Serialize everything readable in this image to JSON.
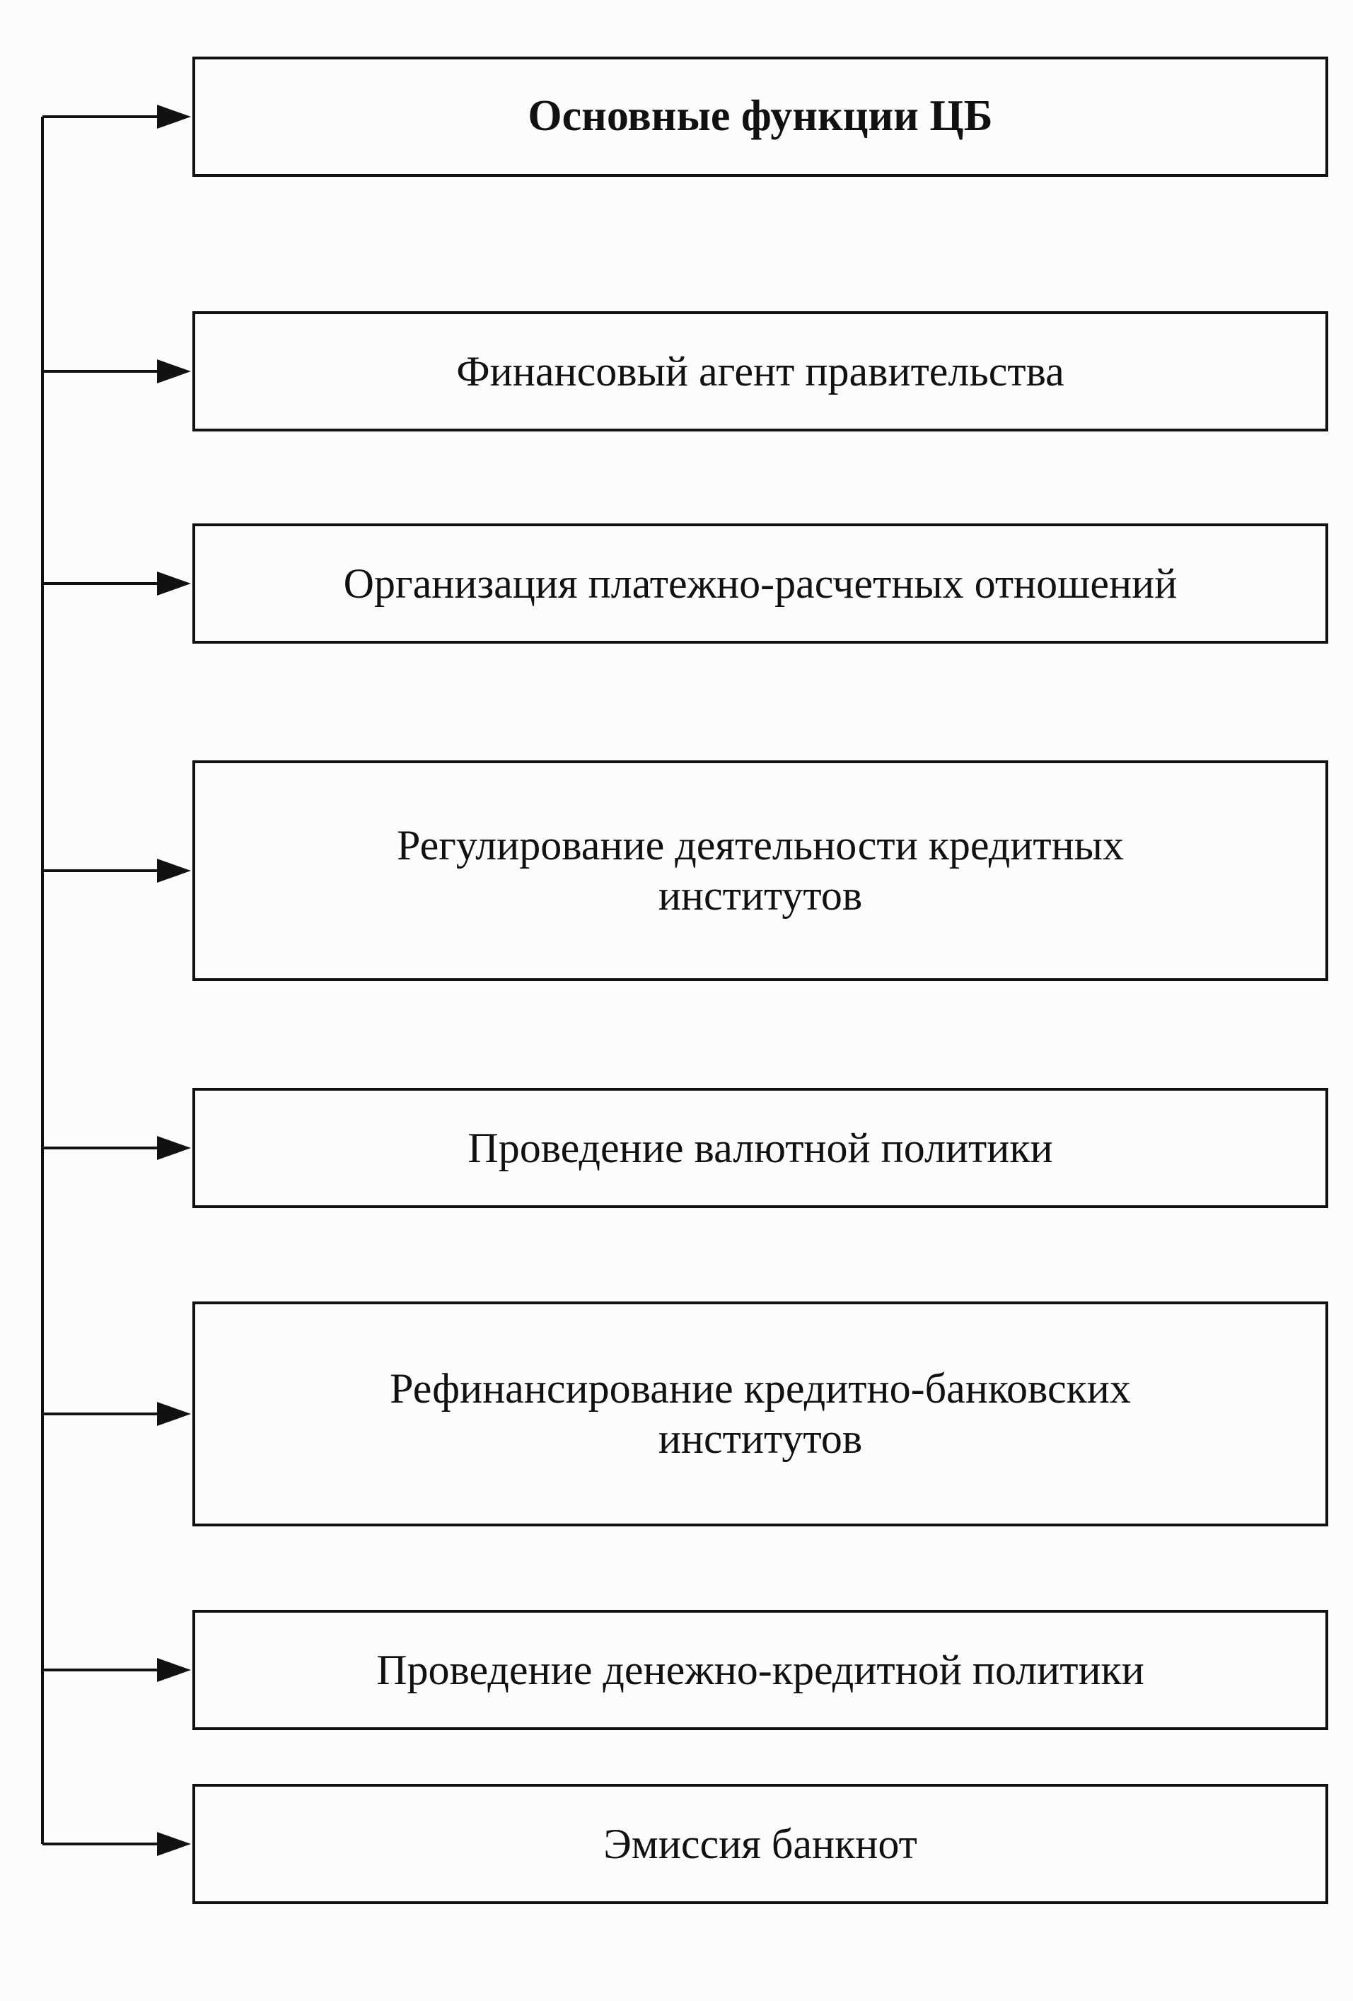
{
  "diagram": {
    "title": "Основные функции ЦБ",
    "functions": [
      "Финансовый агент правительства",
      "Организация платежно-расчетных отношений",
      "Регулирование деятельности кредитных\nинститутов",
      "Проведение валютной политики",
      "Рефинансирование кредитно-банковских\nинститутов",
      "Проведение денежно-кредитной политики",
      "Эмиссия банкнот"
    ]
  },
  "colors": {
    "line": "#111111",
    "background": "#fcfcfa"
  }
}
